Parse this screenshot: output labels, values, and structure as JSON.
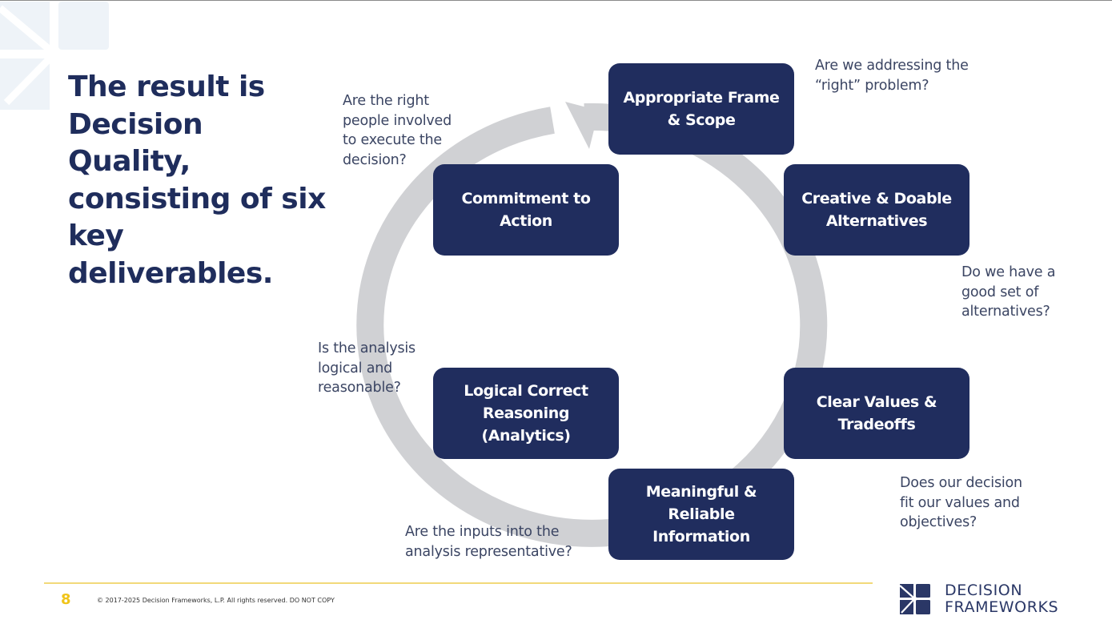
{
  "slide": {
    "title": "The result is Decision Quality, consisting of six key deliverables.",
    "page_number": "8",
    "copyright": "© 2017-2025 Decision Frameworks, L.P. All rights reserved. DO NOT COPY",
    "logo": {
      "line1": "DECISION",
      "line2": "FRAMEWORKS"
    }
  },
  "colors": {
    "box_fill": "#202d5e",
    "title_text": "#1f2d5c",
    "ring": "#d0d1d4",
    "footer_rule": "#f2d97a",
    "page_number": "#f0c419"
  },
  "cycle": {
    "direction": "clockwise, arrow pointing into Appropriate Frame & Scope",
    "elements": [
      {
        "id": "frame",
        "label": "Appropriate Frame\n& Scope",
        "question": "Are we addressing the\n“right” problem?"
      },
      {
        "id": "alternatives",
        "label": "Creative & Doable\nAlternatives",
        "question": "Do we have a\ngood set of\nalternatives?"
      },
      {
        "id": "values",
        "label": "Clear Values &\nTradeoffs",
        "question": "Does our decision\nfit our values and\nobjectives?"
      },
      {
        "id": "information",
        "label": "Meaningful &\nReliable\nInformation",
        "question": "Are the inputs into the\nanalysis representative?"
      },
      {
        "id": "reasoning",
        "label": "Logical Correct\nReasoning\n(Analytics)",
        "question": "Is the analysis\nlogical and\nreasonable?"
      },
      {
        "id": "commitment",
        "label": "Commitment to\nAction",
        "question": "Are the right\npeople involved\nto execute the\ndecision?"
      }
    ]
  }
}
